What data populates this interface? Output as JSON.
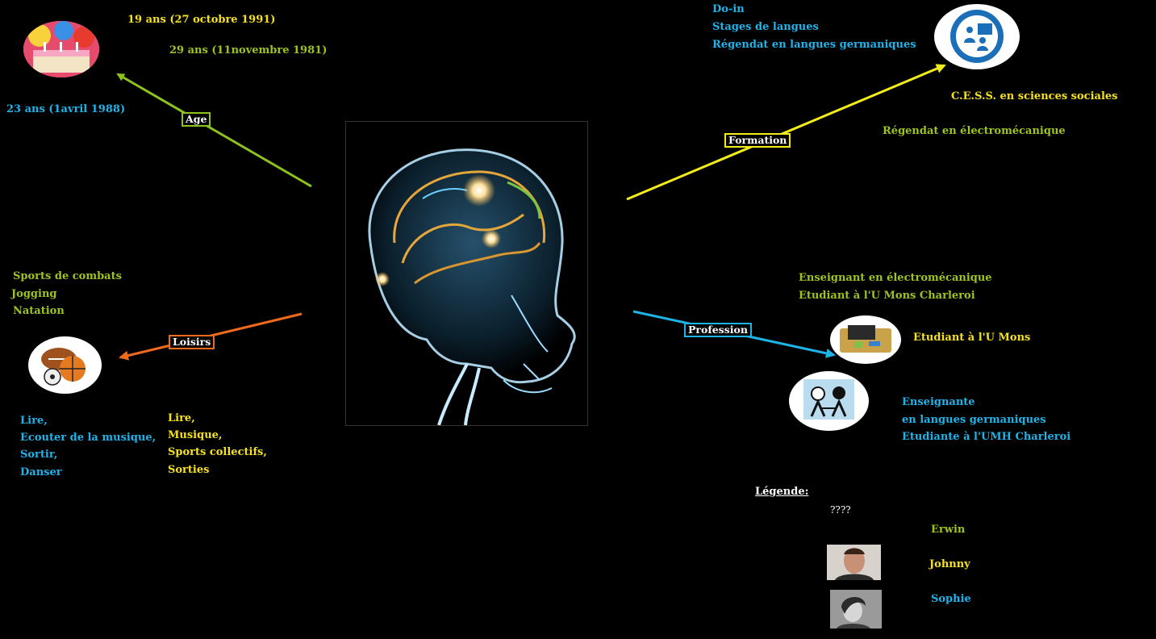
{
  "age": {
    "label": "Age",
    "erwin": "29 ans (11novembre 1981)",
    "johnny": "19 ans (27 octobre 1991)",
    "sophie": "23 ans (1avril 1988)"
  },
  "formation": {
    "label": "Formation",
    "sophie": [
      "Do-in",
      "Stages de langues",
      "Régendat en langues germaniques"
    ],
    "johnny": "C.E.S.S. en sciences sociales",
    "erwin": "Régendat en électromécanique"
  },
  "loisirs": {
    "label": "Loisirs",
    "erwin": [
      "Sports de combats",
      "Jogging",
      "Natation"
    ],
    "sophie": [
      "Lire,",
      "Ecouter de la musique,",
      "Sortir,",
      "Danser"
    ],
    "johnny": [
      "Lire,",
      "Musique,",
      "Sports collectifs,",
      "Sorties"
    ]
  },
  "profession": {
    "label": "Profession",
    "erwin": [
      "Enseignant en électromécanique",
      "Etudiant à l'U Mons Charleroi"
    ],
    "johnny": "Etudiant à l'U Mons",
    "sophie": [
      "Enseignante",
      "en langues germaniques",
      "Etudiante à l'UMH Charleroi"
    ]
  },
  "legend": {
    "title": "Légende:",
    "unknown": "????",
    "erwin": "Erwin",
    "johnny": "Johnny",
    "sophie": "Sophie"
  },
  "colors": {
    "erwin": "#9fc31e",
    "johnny": "#f5e11e",
    "sophie": "#1eb3e9",
    "age": "#8dc21f",
    "formation": "#f2ec1a",
    "loisirs": "#ef6a1a",
    "profession": "#1cb3e6"
  }
}
